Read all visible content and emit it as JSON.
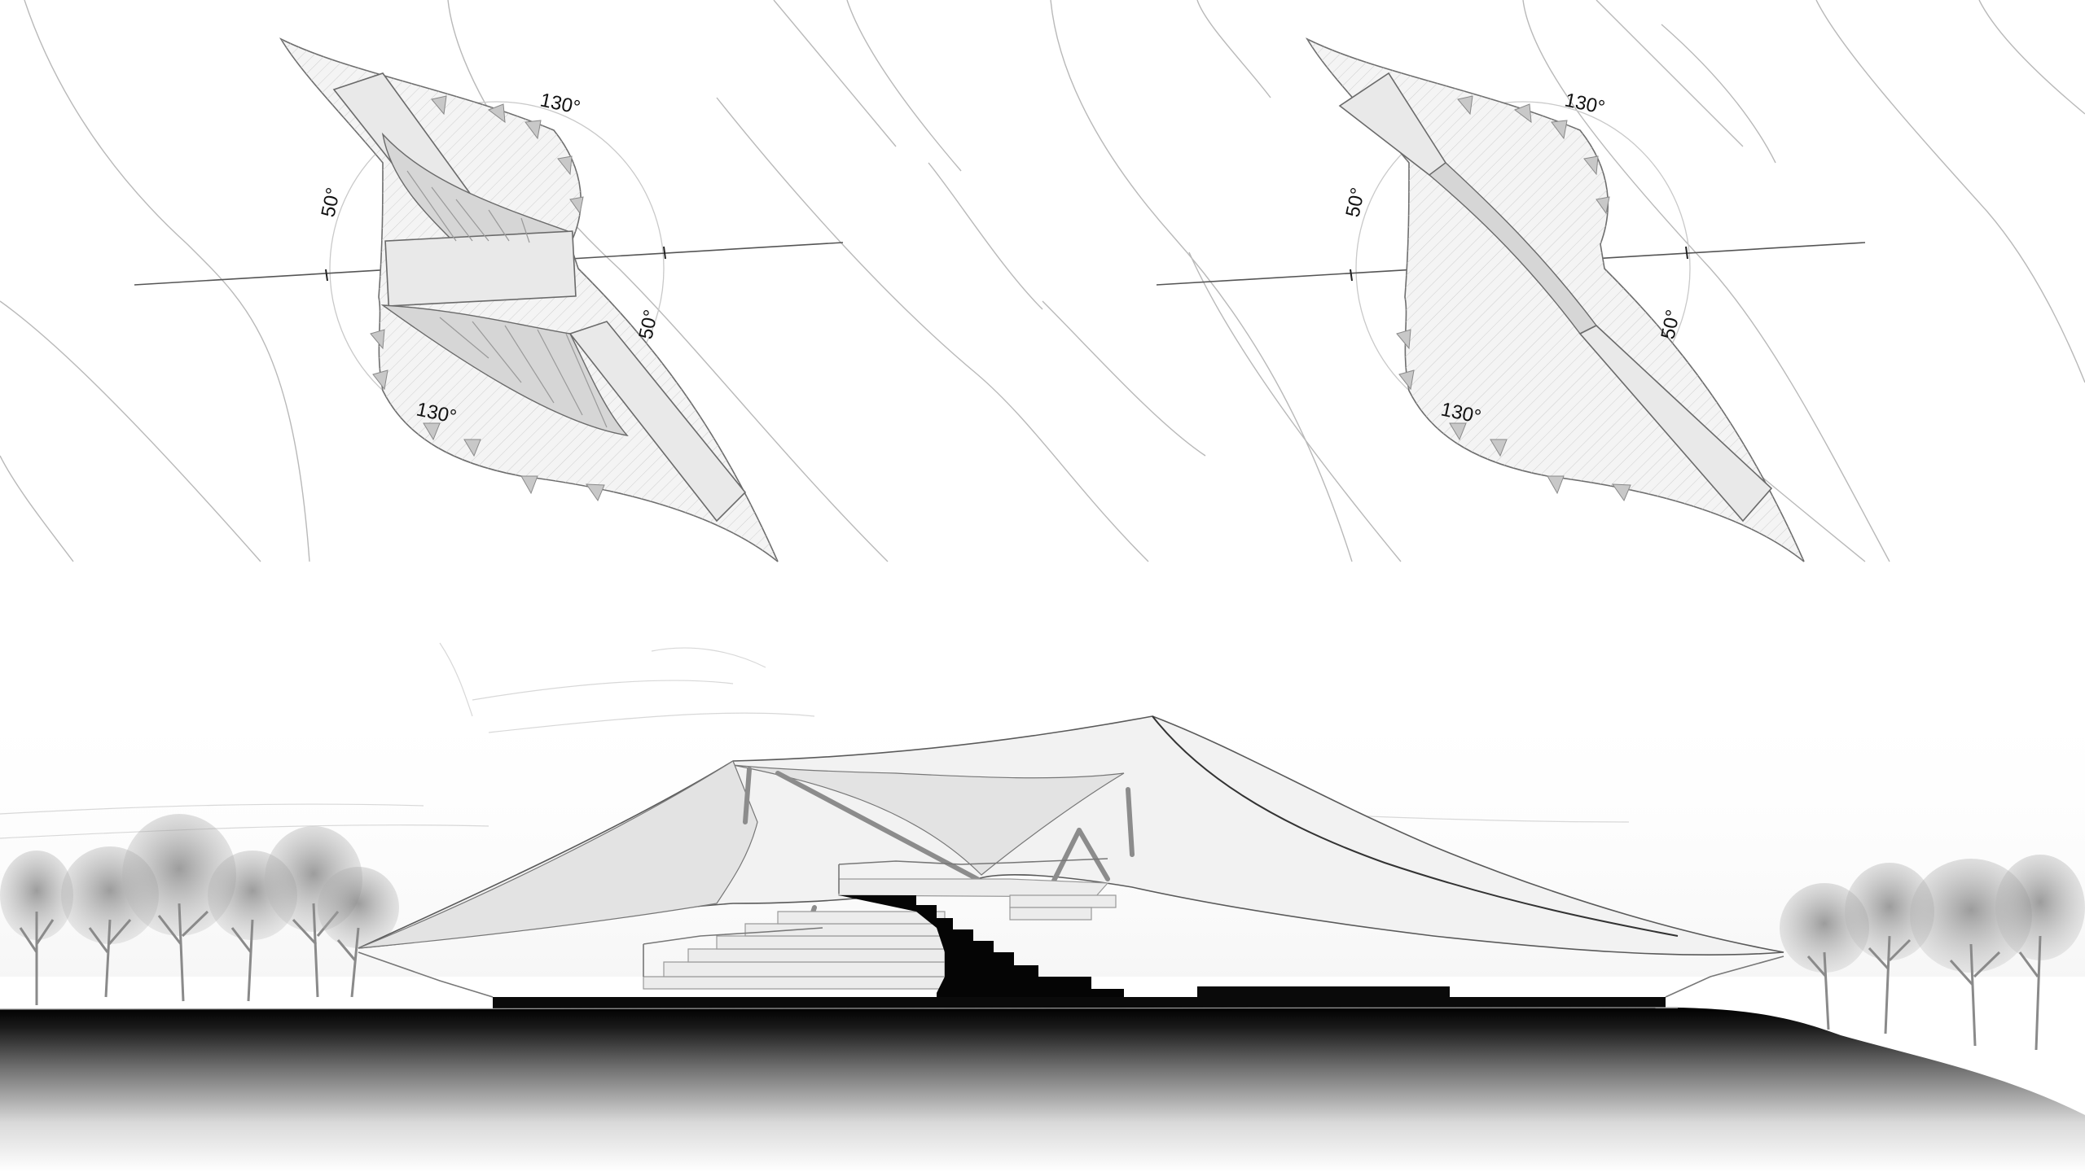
{
  "plans": [
    {
      "id": "plan-left",
      "angles": {
        "top": "130°",
        "left": "50°",
        "right": "50°",
        "bottom": "130°"
      }
    },
    {
      "id": "plan-right",
      "angles": {
        "top": "130°",
        "left": "50°",
        "right": "50°",
        "bottom": "130°"
      }
    }
  ],
  "colors": {
    "background": "#ffffff",
    "section_black": "#050505",
    "membrane": "#f4f4f4",
    "trees": "#8e8e8e"
  },
  "icons": [
    "tree-icon"
  ]
}
